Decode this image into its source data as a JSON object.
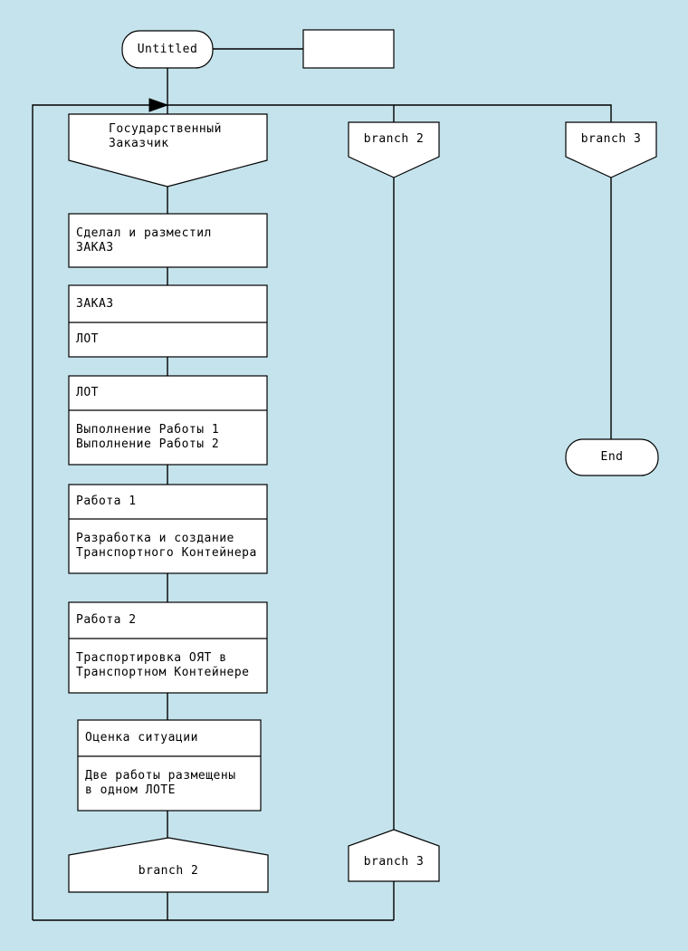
{
  "diagram": {
    "colors": {
      "background": "#c5e3ec",
      "node_fill": "#ffffff",
      "line": "#000000"
    },
    "nodes": {
      "start": "Untitled",
      "linked_box": "",
      "actor": "Государственный\nЗаказчик",
      "branch2_top": "branch 2",
      "branch3_top": "branch 3",
      "step1": "Сделал и разместил\nЗАКАЗ",
      "step2_rows": [
        "ЗАКАЗ",
        "ЛОТ"
      ],
      "step3_rows": [
        "ЛОТ",
        "Выполнение Работы 1\nВыполнение Работы 2"
      ],
      "step4_rows": [
        "Работа 1",
        "Разработка и создание\nТранспортного Контейнера"
      ],
      "step5_rows": [
        "Работа 2",
        "Траспортировка ОЯТ в\nТранспортном Контейнере"
      ],
      "step6_rows": [
        "Оценка ситуации",
        "Две работы размещены\nв одном ЛОТЕ"
      ],
      "branch2_bottom": "branch 2",
      "branch3_bottom": "branch 3",
      "end": "End"
    }
  }
}
